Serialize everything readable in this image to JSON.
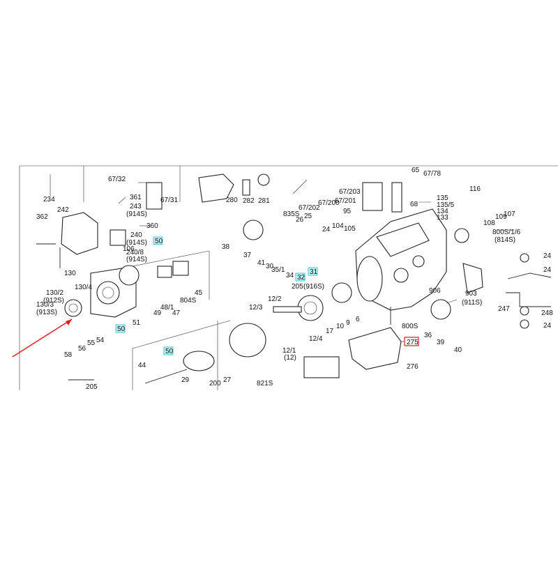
{
  "diagram": {
    "accent_colors": {
      "highlight_blue": "#bff3f7",
      "highlight_red": "#d02020",
      "pointer_arrow": "#e02020"
    },
    "labels": {
      "l67_32": "67/32",
      "l67_31": "67/31",
      "l234": "234",
      "l242": "242",
      "l361": "361",
      "l243": "243",
      "l914s_a": "(914S)",
      "l240": "240",
      "l914s_b": "(914S)",
      "l360": "360",
      "l362": "362",
      "l106": "106",
      "l240_8": "240/8",
      "l914s_c": "(914S)",
      "l130": "130",
      "l130_2": "130/2",
      "l912s": "(912S)",
      "l130_4": "130/4",
      "l130_3": "130/3",
      "l913s": "(913S)",
      "l58": "58",
      "l56": "56",
      "l55": "55",
      "l54": "54",
      "l51": "51",
      "l49": "49",
      "l48_1": "48/1",
      "l47": "47",
      "l804s": "804S",
      "l45": "45",
      "l280": "280",
      "l282": "282",
      "l281": "281",
      "l38": "38",
      "l37": "37",
      "l41": "41",
      "l835s": "835S",
      "l26": "26",
      "l25": "25",
      "l24": "24",
      "l104": "104",
      "l105": "105",
      "l30": "30",
      "l35_1": "35/1",
      "l34": "34",
      "l67_203": "67/203",
      "l67_202": "67/202",
      "l67_201": "67/201",
      "l67_200": "67/200",
      "l95": "95",
      "l65": "65",
      "l67_78": "67/78",
      "l116": "116",
      "l135": "135",
      "l135_5": "135/5",
      "l134": "134",
      "l133": "133",
      "l68": "68",
      "l109": "109",
      "l107": "107",
      "l108": "108",
      "l800s_1_6": "800S/1/6",
      "l814s": "(814S)",
      "l205": "205",
      "l916s": "(916S)",
      "l12_3": "12/3",
      "l12_2": "12/2",
      "l10": "10",
      "l9": "9",
      "l6": "6",
      "l17": "17",
      "l12_4": "12/4",
      "l12_1": "12/1",
      "l12": "(12)",
      "l906": "906",
      "l903": "903",
      "l911s": "(911S)",
      "l247": "247",
      "l36": "36",
      "l39": "39",
      "l40": "40",
      "l800s": "800S",
      "l276": "276",
      "l44": "44",
      "l29": "29",
      "l200": "200",
      "l27": "27",
      "l821s": "821S",
      "l24r": "24",
      "l24b": "24",
      "l248": "248",
      "l245": "24",
      "l50a": "50",
      "l50b": "50",
      "l50c": "50",
      "l32": "32",
      "l31": "31",
      "l275": "275",
      "l205_bottom": "205"
    }
  }
}
